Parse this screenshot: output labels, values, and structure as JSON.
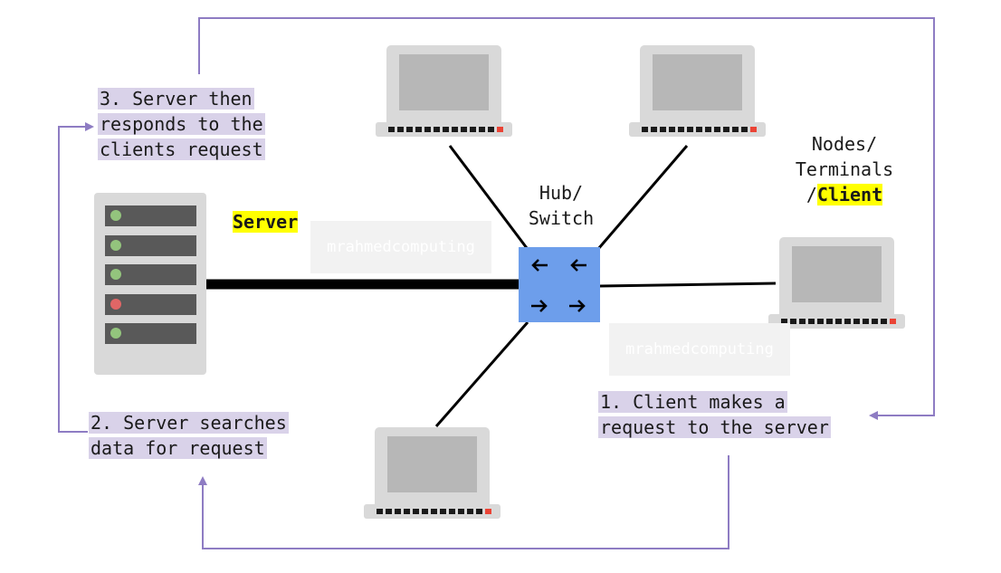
{
  "labels": {
    "step3": [
      "3. Server then",
      "responds to the",
      "clients request"
    ],
    "step2": [
      "2. Server searches",
      "data for request"
    ],
    "step1": [
      "1. Client makes a",
      "request to the server"
    ],
    "server": "Server",
    "hub": [
      "Hub/",
      "Switch"
    ],
    "nodes": [
      "Nodes/",
      "Terminals"
    ],
    "nodes_prefix": "/",
    "client": "Client",
    "watermark": "mrahmedcomputing"
  },
  "colors": {
    "flow_arrow": "#8e7cc3",
    "step_highlight": "#d9d2e9",
    "keyword_highlight": "#ffff00",
    "switch_blue": "#6d9eeb",
    "device_grey": "#d9d9d9",
    "led_green": "#93c47d",
    "led_red": "#e06666"
  },
  "icons": [
    "server-icon",
    "switch-icon",
    "laptop-icon"
  ]
}
